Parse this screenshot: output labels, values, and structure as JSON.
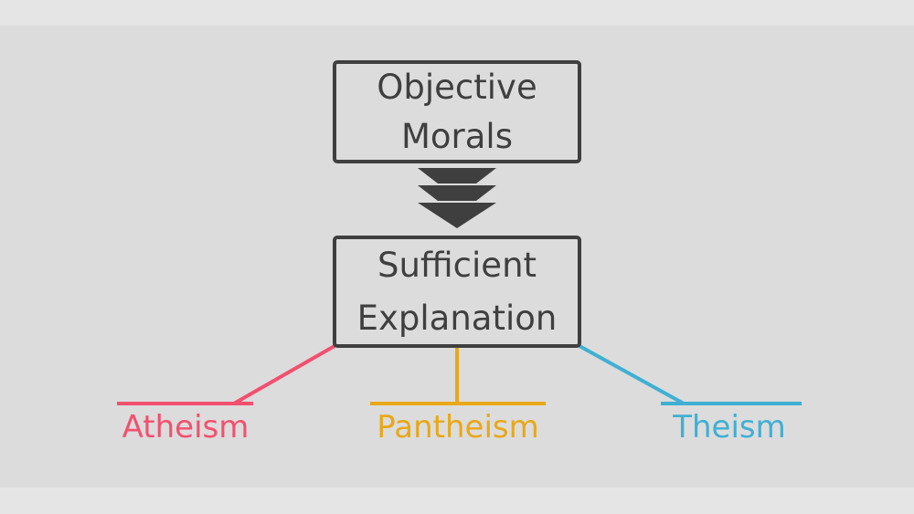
{
  "diagram": {
    "top_box": {
      "lines": [
        "Objective",
        "Morals"
      ]
    },
    "middle_box": {
      "lines": [
        "Sufficient",
        "Explanation"
      ]
    },
    "branches": [
      {
        "label": "Atheism",
        "color": "#f2506e"
      },
      {
        "label": "Pantheism",
        "color": "#e8a817"
      },
      {
        "label": "Theism",
        "color": "#3fb0d4"
      }
    ],
    "box_color": "#3f3f3f",
    "arrow_color": "#3f3f3f"
  }
}
